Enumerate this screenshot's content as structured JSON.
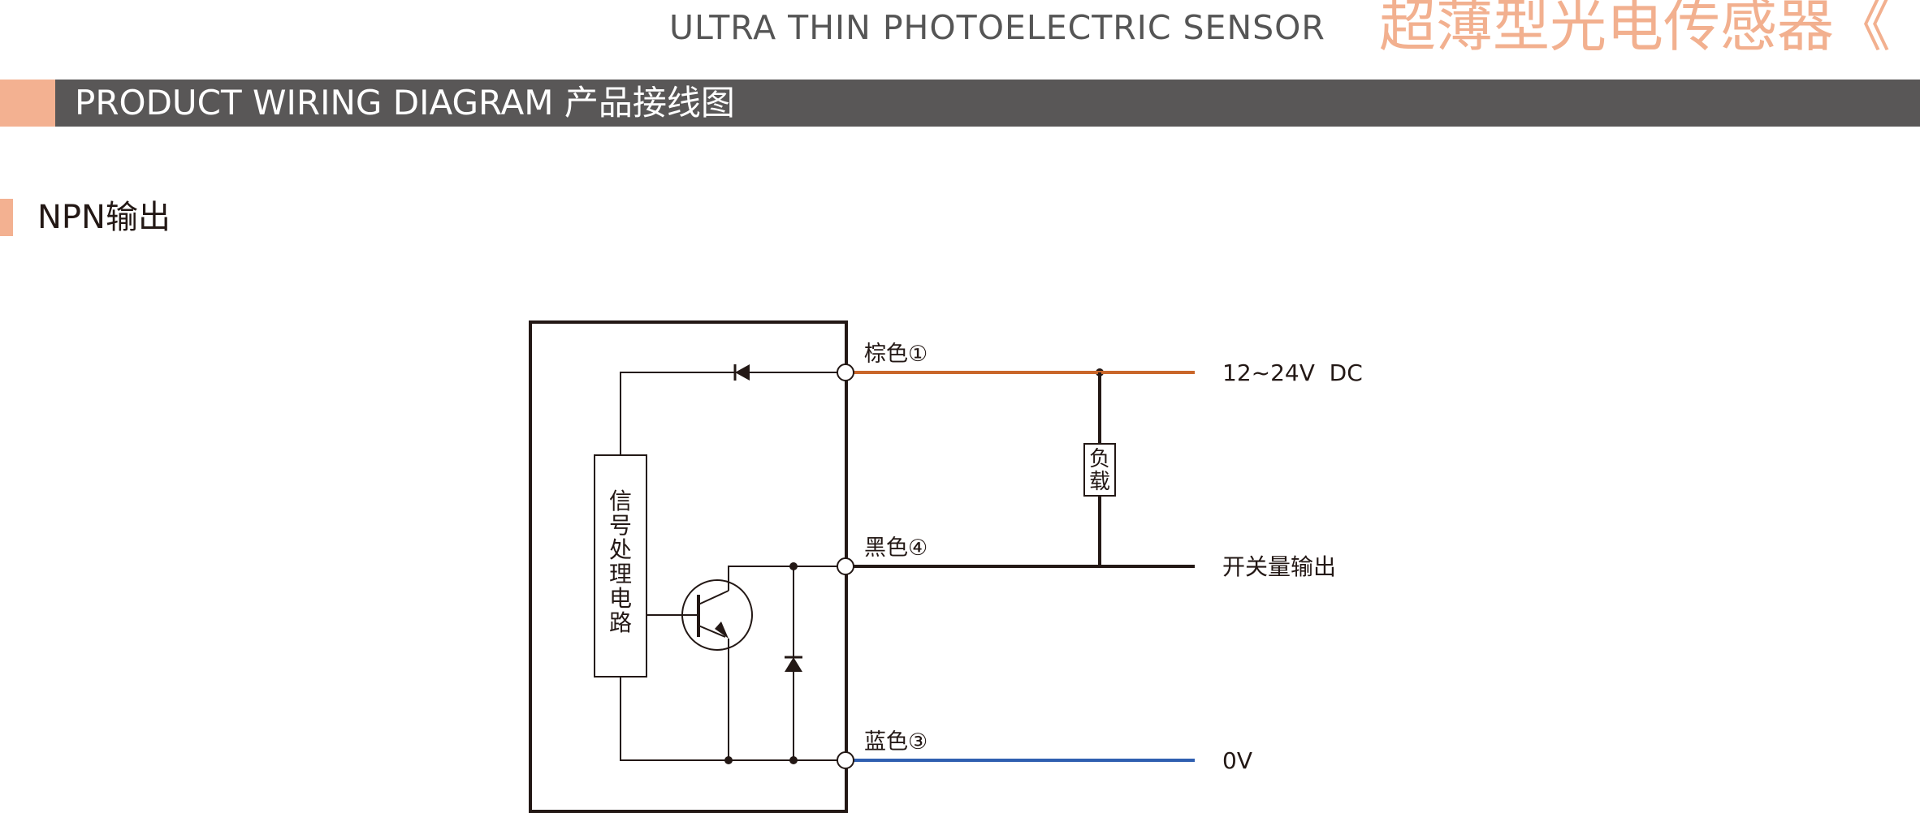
{
  "header": {
    "title_en": "ULTRA THIN PHOTOELECTRIC SENSOR",
    "title_cn": "超薄型光电传感器《"
  },
  "section_bar": {
    "label": "PRODUCT WIRING DIAGRAM 产品接线图"
  },
  "subsection": {
    "title": "NPN输出"
  },
  "diagram": {
    "circuit_block": [
      "信",
      "号",
      "处",
      "理",
      "电",
      "路"
    ],
    "load": [
      "负",
      "载"
    ],
    "wires": [
      {
        "label": "棕色①",
        "terminal": "12~24V  DC",
        "color": "#c9662a"
      },
      {
        "label": "黑色④",
        "terminal": "开关量输出",
        "color": "#231815"
      },
      {
        "label": "蓝色③",
        "terminal": "0V",
        "color": "#2f5fb0"
      }
    ]
  }
}
